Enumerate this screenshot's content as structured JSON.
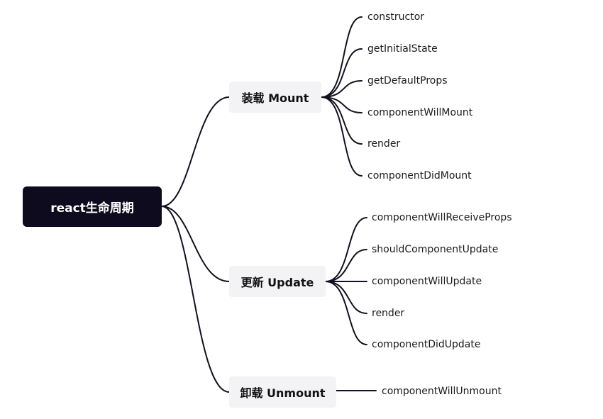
{
  "root": {
    "label": "react生命周期"
  },
  "branches": [
    {
      "label": "装载 Mount",
      "children": [
        "constructor",
        "getInitialState",
        "getDefaultProps",
        "componentWillMount",
        "render",
        "componentDidMount"
      ]
    },
    {
      "label": "更新 Update",
      "children": [
        "componentWillReceiveProps",
        "shouldComponentUpdate",
        "componentWillUpdate",
        "render",
        "componentDidUpdate"
      ]
    },
    {
      "label": "卸载 Unmount",
      "children": [
        "componentWillUnmount"
      ]
    }
  ],
  "colors": {
    "root_bg": "#0f0b1e",
    "branch_bg": "#f3f3f5",
    "connector": "#13101f"
  }
}
